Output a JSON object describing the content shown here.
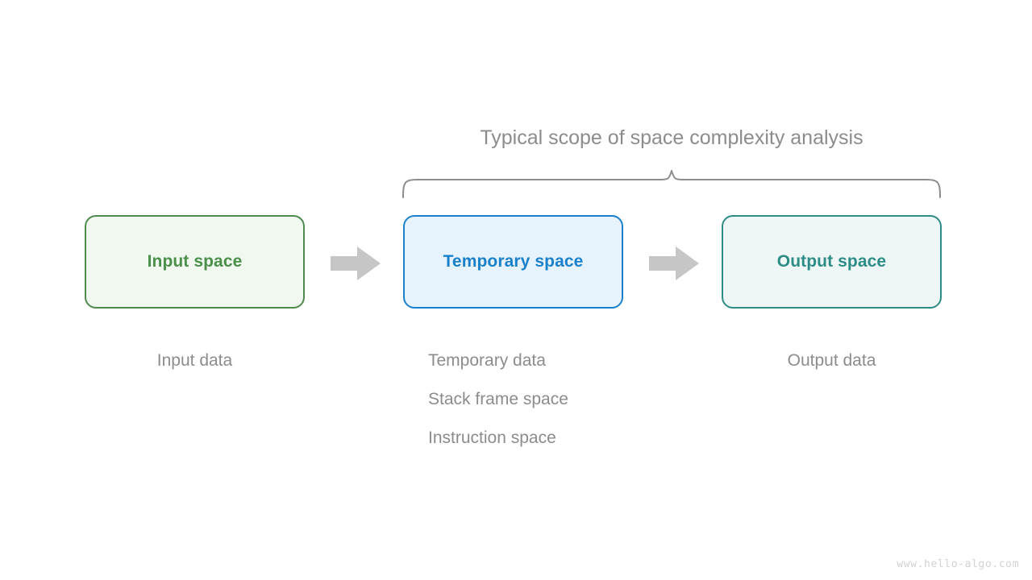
{
  "diagram": {
    "scope_title": "Typical scope of space complexity analysis",
    "watermark": "www.hello-algo.com",
    "colors": {
      "background": "#ffffff",
      "text_gray": "#8c8c8c",
      "arrow_gray": "#c6c6c6",
      "brace_gray": "#8c8c8c",
      "watermark_gray": "#d2d2d2",
      "input_border": "#4f8b4f",
      "input_fill": "#f1f8f0",
      "input_text": "#4a8f4a",
      "temporary_border": "#1b80cc",
      "temporary_fill": "#e7f3fc",
      "temporary_text": "#1b80cc",
      "output_border": "#2e8c87",
      "output_fill": "#eef7f5",
      "output_text": "#2e8c87"
    },
    "boxes": [
      {
        "key": "input",
        "label": "Input space"
      },
      {
        "key": "temporary",
        "label": "Temporary space"
      },
      {
        "key": "output",
        "label": "Output space"
      }
    ],
    "arrows": [
      {
        "key": "input-to-temporary",
        "direction": "right"
      },
      {
        "key": "temporary-to-output",
        "direction": "right"
      }
    ],
    "captions": {
      "input": "Input data",
      "output": "Output data",
      "temporary": [
        "Temporary data",
        "Stack frame space",
        "Instruction space"
      ]
    }
  }
}
